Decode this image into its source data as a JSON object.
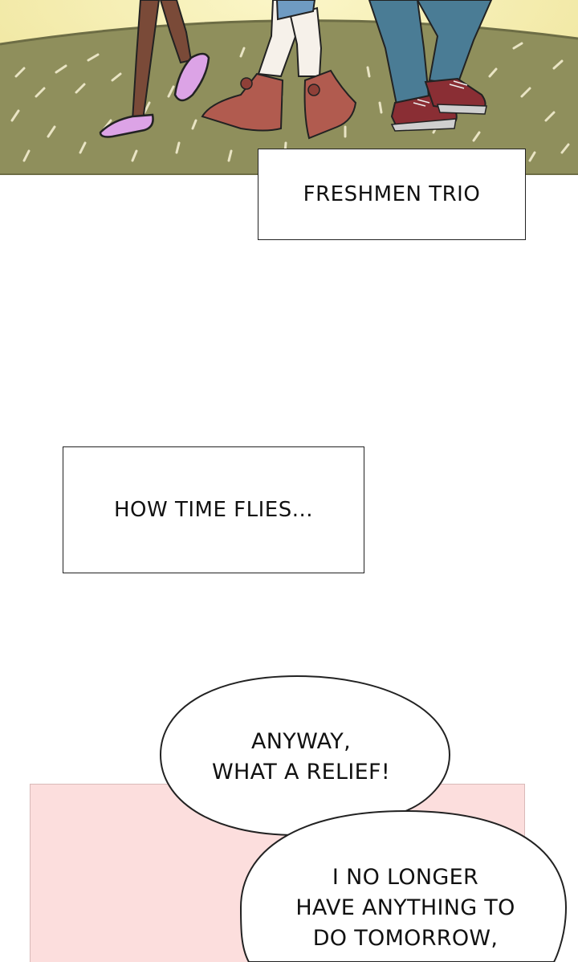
{
  "captions": {
    "top": "FRESHMEN TRIO",
    "middle": "HOW TIME FLIES..."
  },
  "bubbles": {
    "first": [
      "ANYWAY,",
      "WHAT A RELIEF!"
    ],
    "second": [
      "I NO LONGER",
      "HAVE ANYTHING TO",
      "DO TOMORROW,"
    ]
  },
  "colors": {
    "ground": "#8f8f5c",
    "sky_glow": "#f2eba5",
    "pink_panel": "#fcdedd",
    "jeans": "#4a7c95",
    "boots": "#b15b4f",
    "flat_shoe": "#dca3e6",
    "skin": "#7a4a38"
  }
}
